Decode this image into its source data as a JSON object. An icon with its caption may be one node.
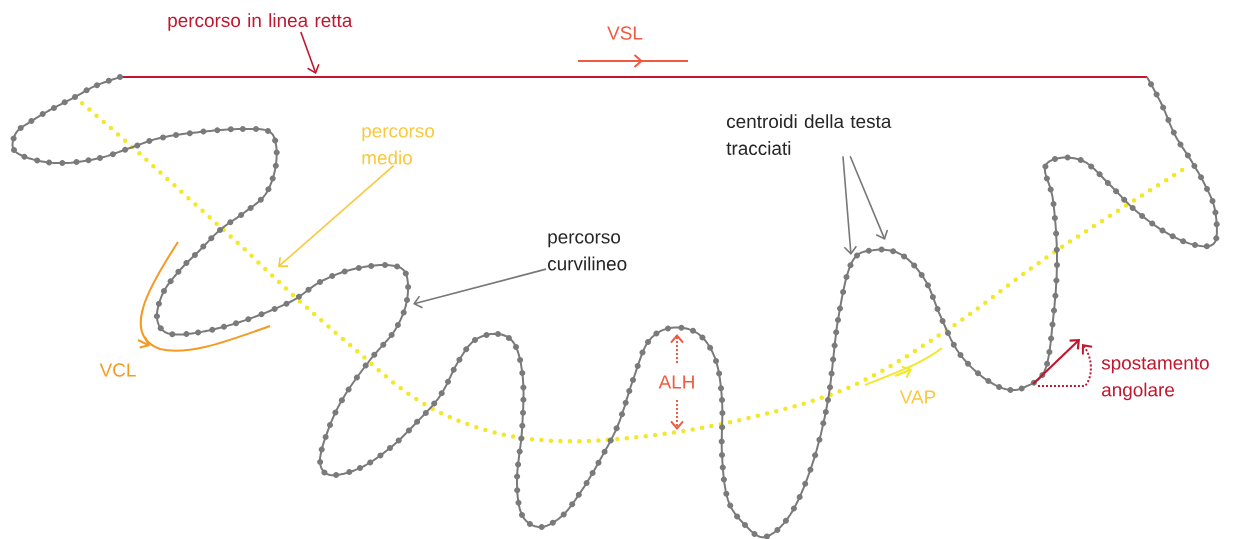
{
  "diagram": {
    "nodes": [
      {
        "text": [
          "percorso in linea retta"
        ]
      },
      {
        "text": [
          "percorso medio"
        ]
      },
      {
        "text": [
          "centroidi della testa tracciati"
        ]
      },
      {
        "text": [
          "percorso curvilineo"
        ]
      }
    ],
    "edges": [
      {
        "from": 0,
        "to": null,
        "arrow": "to",
        "color": "#c0172f"
      },
      {
        "from": 1,
        "to": null,
        "arrow": "to",
        "color": "#f9c83c"
      },
      {
        "from": 2,
        "to": null,
        "arrow": "to"
      },
      {
        "from": 2,
        "to": null,
        "arrow": "to"
      },
      {
        "from": 3,
        "to": null,
        "arrow": "to"
      }
    ],
    "labels": [
      "VSL",
      "VCL",
      "ALH",
      "VAP",
      "spostamento angolare"
    ]
  }
}
